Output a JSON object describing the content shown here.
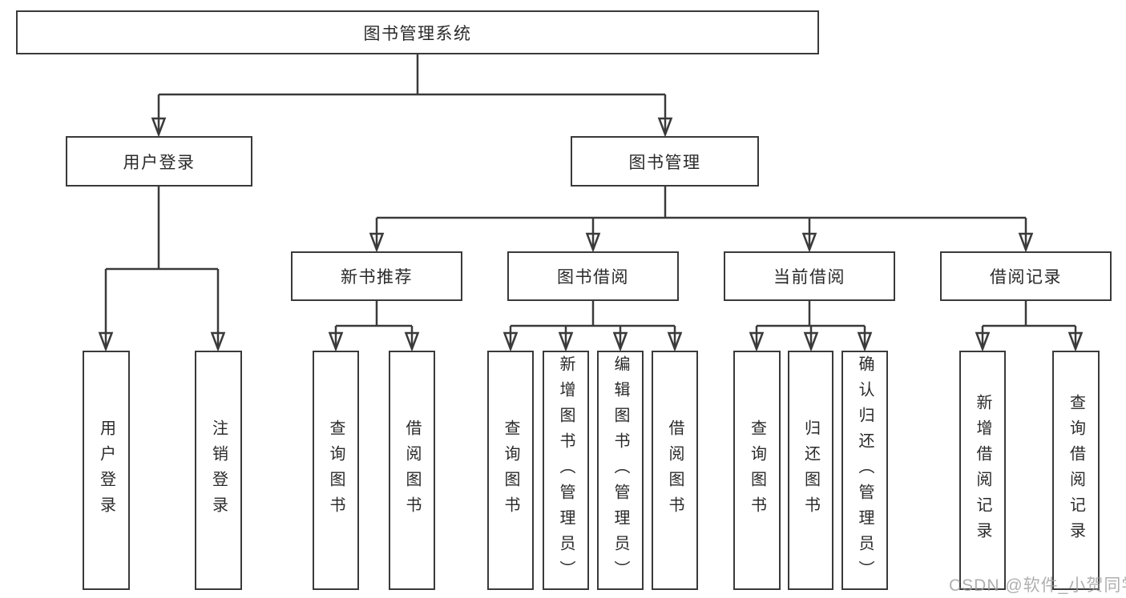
{
  "diagram": {
    "watermark": "CSDN @软件_小贺同学",
    "colors": {
      "line": "#3a3a3a",
      "box_border": "#3a3a3a",
      "box_fill": "#ffffff",
      "text": "#2a2a2a",
      "watermark": "#9b9b9b",
      "background": "#ffffff"
    },
    "nodes": {
      "root": {
        "label": "图书管理系统"
      },
      "user_login": {
        "label": "用户登录"
      },
      "book_mgmt": {
        "label": "图书管理"
      },
      "new_book_rec": {
        "label": "新书推荐"
      },
      "book_borrow": {
        "label": "图书借阅"
      },
      "current_borrow": {
        "label": "当前借阅"
      },
      "borrow_records": {
        "label": "借阅记录"
      },
      "ul_login": {
        "label": "用户登录"
      },
      "ul_logout": {
        "label": "注销登录"
      },
      "nbr_query": {
        "label": "查询图书"
      },
      "nbr_borrow": {
        "label": "借阅图书"
      },
      "bb_query": {
        "label": "查询图书"
      },
      "bb_add": {
        "label": "新增图书（管理员）"
      },
      "bb_edit": {
        "label": "编辑图书（管理员）"
      },
      "bb_borrow": {
        "label": "借阅图书"
      },
      "cb_query": {
        "label": "查询图书"
      },
      "cb_return": {
        "label": "归还图书"
      },
      "cb_confirm": {
        "label": "确认归还（管理员）"
      },
      "br_add": {
        "label": "新增借阅记录"
      },
      "br_query": {
        "label": "查询借阅记录"
      }
    },
    "hierarchy": {
      "图书管理系统": [
        "用户登录",
        "图书管理"
      ],
      "用户登录": [
        "用户登录",
        "注销登录"
      ],
      "图书管理": [
        "新书推荐",
        "图书借阅",
        "当前借阅",
        "借阅记录"
      ],
      "新书推荐": [
        "查询图书",
        "借阅图书"
      ],
      "图书借阅": [
        "查询图书",
        "新增图书（管理员）",
        "编辑图书（管理员）",
        "借阅图书"
      ],
      "当前借阅": [
        "查询图书",
        "归还图书",
        "确认归还（管理员）"
      ],
      "借阅记录": [
        "新增借阅记录",
        "查询借阅记录"
      ]
    }
  }
}
